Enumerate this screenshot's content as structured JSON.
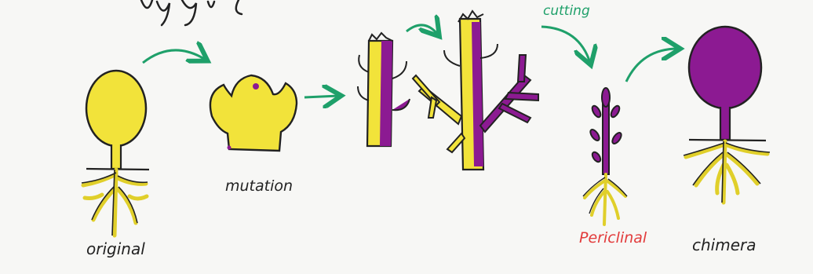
{
  "labels": {
    "original": "original",
    "mutation": "mutation",
    "cutting": "cutting",
    "periclinal": "Periclinal",
    "chimera": "chimera"
  },
  "colors": {
    "yellow": "#f2e33a",
    "purple": "#8c1a92",
    "green": "#1fa06a",
    "red": "#e23b3b",
    "ink": "#222222"
  }
}
